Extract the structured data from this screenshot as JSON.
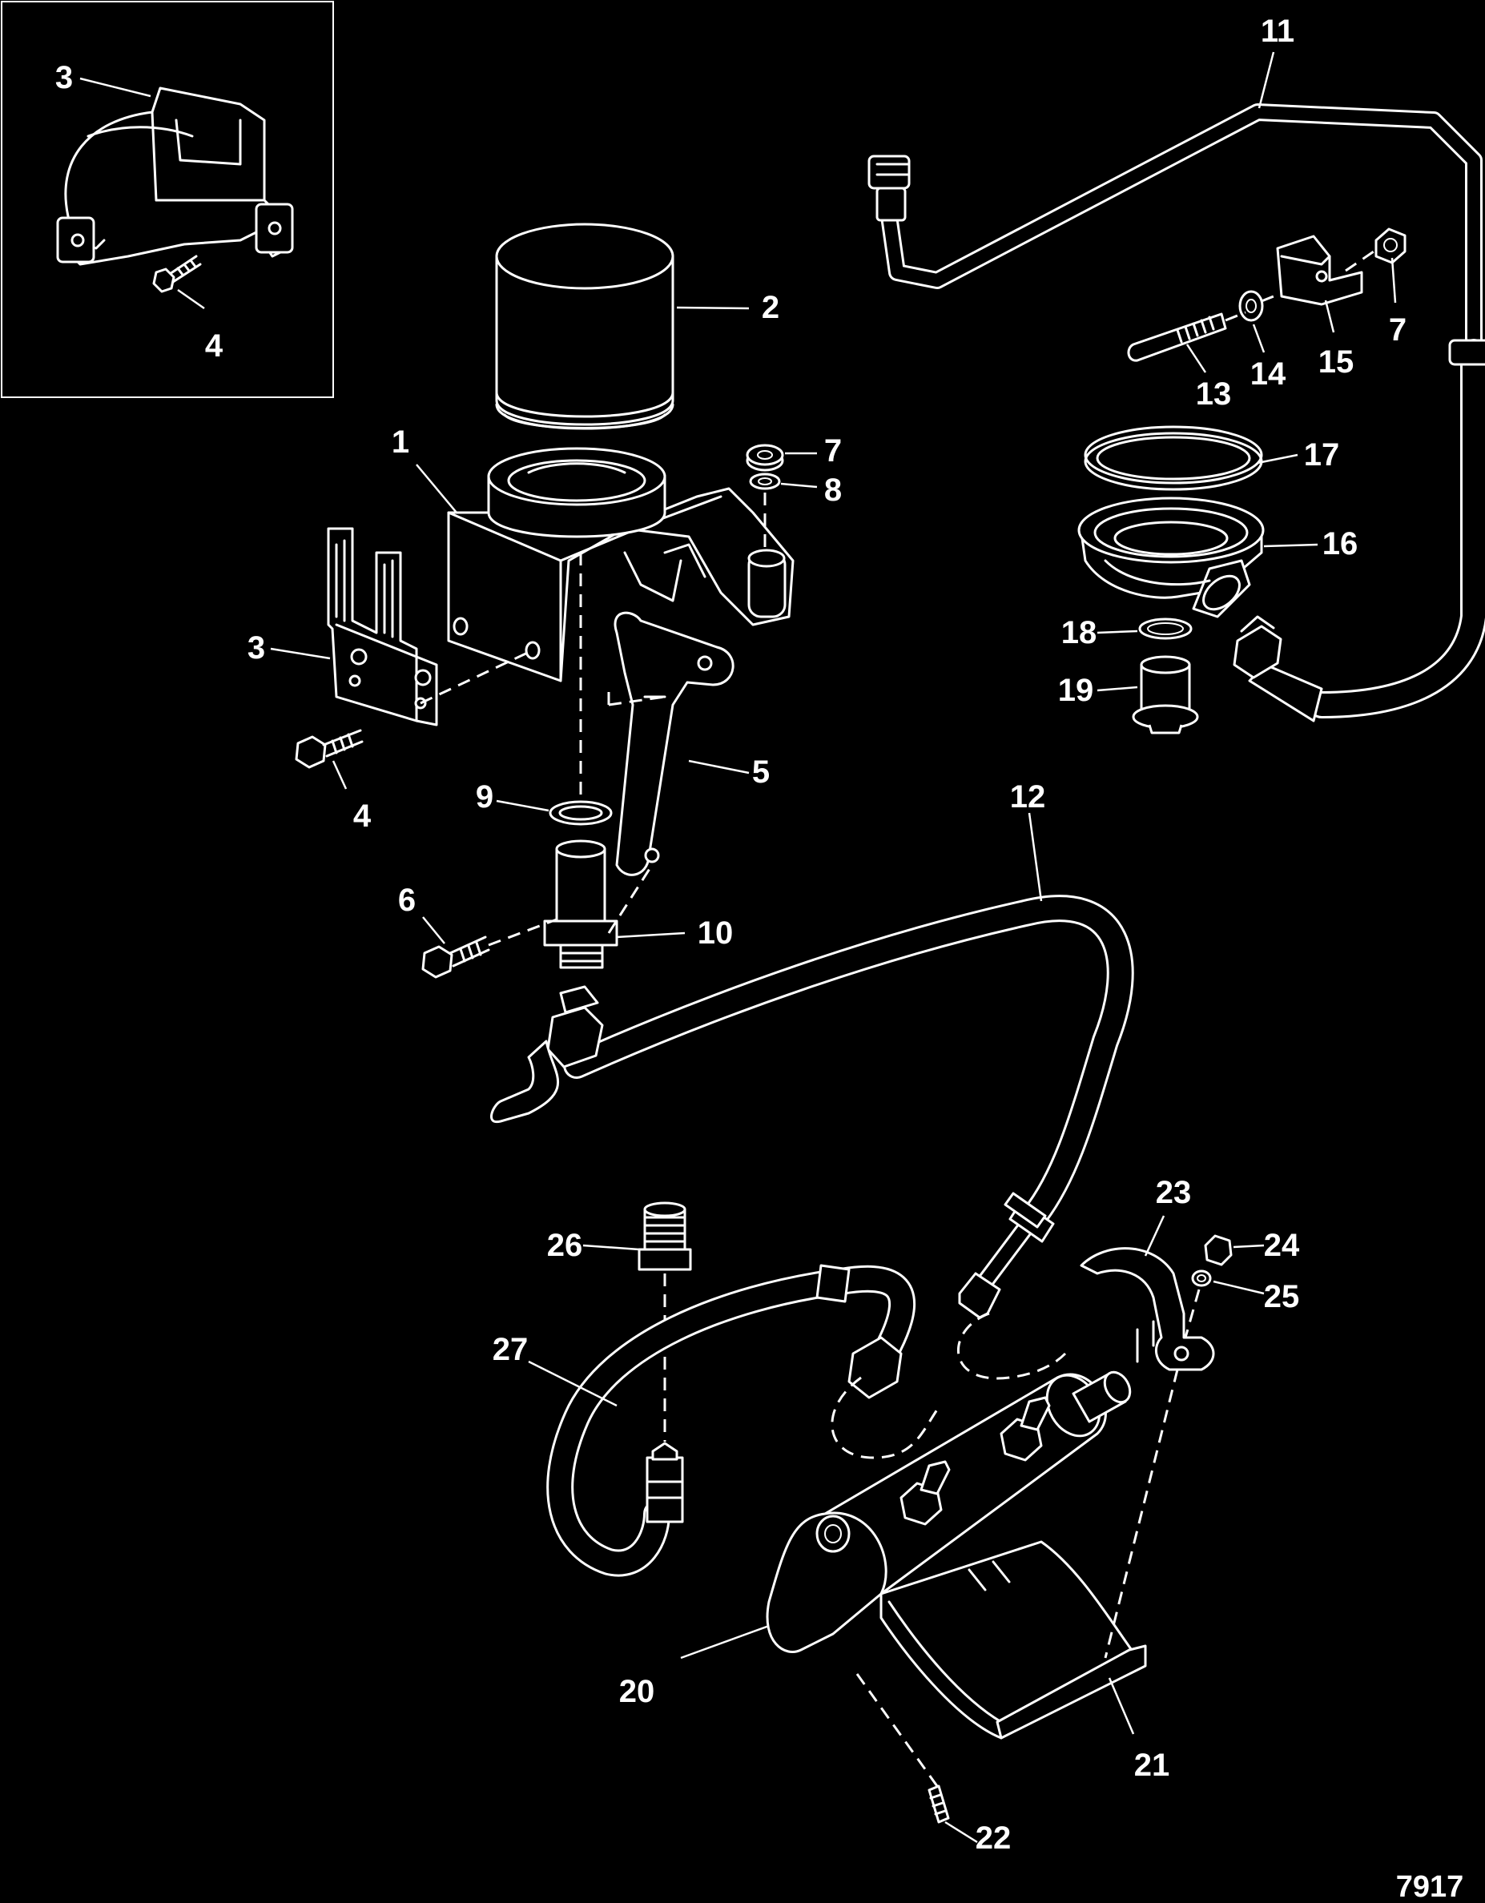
{
  "callouts": {
    "c1": "1",
    "c2": "2",
    "c3_inset": "3",
    "c3": "3",
    "c4_inset": "4",
    "c4": "4",
    "c5": "5",
    "c6": "6",
    "c7": "7",
    "c7b": "7",
    "c8": "8",
    "c9": "9",
    "c10": "10",
    "c11": "11",
    "c12": "12",
    "c13": "13",
    "c14": "14",
    "c15": "15",
    "c16": "16",
    "c17": "17",
    "c18": "18",
    "c19": "19",
    "c20": "20",
    "c21": "21",
    "c22": "22",
    "c23": "23",
    "c24": "24",
    "c25": "25",
    "c26": "26",
    "c27": "27"
  },
  "figure_number": "7917"
}
